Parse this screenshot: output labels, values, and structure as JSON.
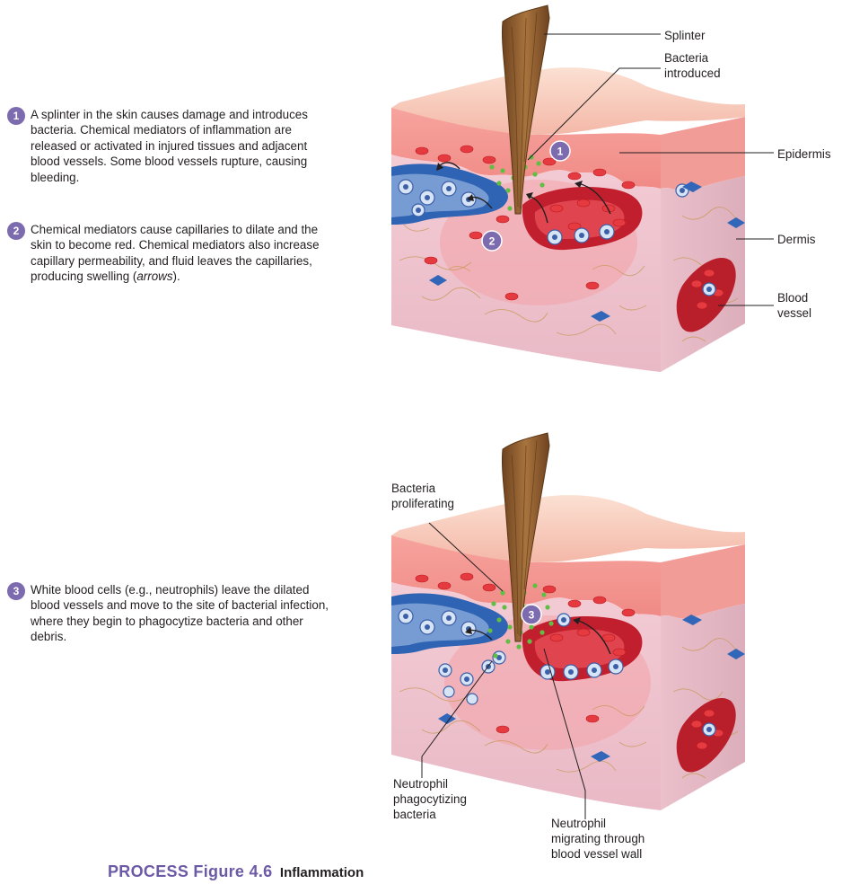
{
  "steps": [
    {
      "number": "1",
      "text": "A splinter in the skin causes damage and introduces bacteria. Chemical mediators of inflammation are released or activated in injured tissues and adjacent blood vessels. Some blood vessels rupture, causing bleeding."
    },
    {
      "number": "2",
      "text_before": "Chemical mediators cause capillaries to dilate and the skin to become red. Chemical mediators also increase capillary permeability, and fluid leaves the capillaries, producing swelling (",
      "text_italic": "arrows",
      "text_after": ")."
    },
    {
      "number": "3",
      "text": "White blood cells (e.g., neutrophils) leave the dilated blood vessels and move to the site of bacterial infection, where they begin to phagocytize bacteria and other debris."
    }
  ],
  "top_panel": {
    "labels": {
      "splinter": "Splinter",
      "bacteria_introduced": "Bacteria\nintroduced",
      "epidermis": "Epidermis",
      "dermis": "Dermis",
      "blood_vessel": "Blood\nvessel"
    },
    "badges": [
      "1",
      "2"
    ]
  },
  "bottom_panel": {
    "labels": {
      "bacteria_proliferating": "Bacteria\nproliferating",
      "neutrophil_phagocytizing": "Neutrophil\nphagocytizing\nbacteria",
      "neutrophil_migrating": "Neutrophil\nmigrating through\nblood vessel wall"
    },
    "badges": [
      "3"
    ]
  },
  "caption": {
    "process": "PROCESS Figure 4.6",
    "title": "Inflammation"
  },
  "colors": {
    "accent_purple": "#7d6bb0",
    "epidermis": "#f3a8a0",
    "dermis": "#f0c6cf",
    "blood": "#c8202e",
    "vein": "#2b5aa6",
    "splinter": "#8a5a2b",
    "bacteria": "#6cc04a"
  }
}
